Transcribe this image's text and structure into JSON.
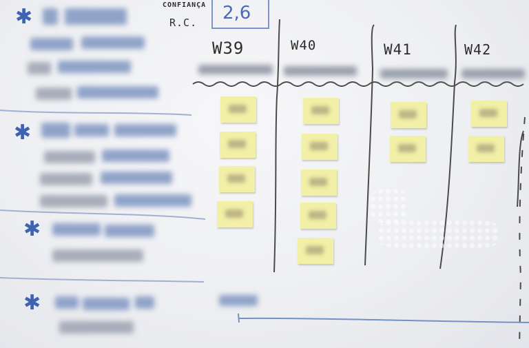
{
  "header": {
    "kpi_label_line1": "CONFIANÇA",
    "kpi_label_line2": "R.C.",
    "kpi_value": "2,6"
  },
  "weeks": [
    {
      "label": "W39"
    },
    {
      "label": "W40"
    },
    {
      "label": "W41"
    },
    {
      "label": "W42"
    }
  ],
  "sticky_notes_per_week": [
    4,
    5,
    2,
    2
  ],
  "colors": {
    "marker_blue": "#3f63b0",
    "marker_black": "#2c2c2c",
    "sticky_yellow": "#f2f0a6"
  }
}
